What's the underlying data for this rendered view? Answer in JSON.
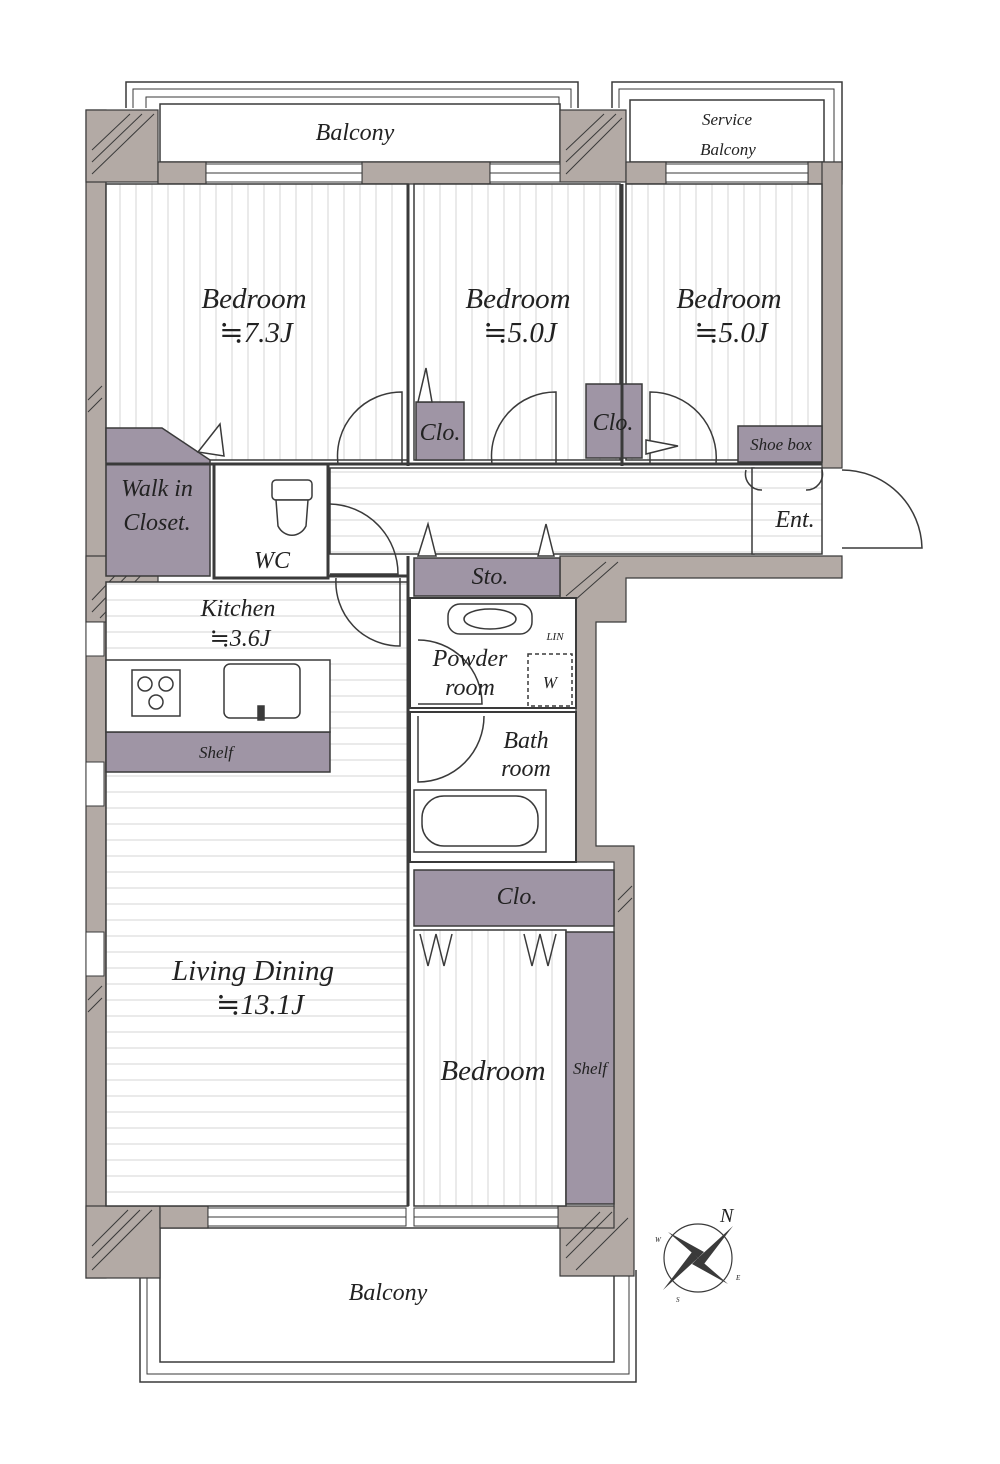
{
  "rooms": {
    "balcony_top": "Balcony",
    "service_balcony_1": "Service",
    "service_balcony_2": "Balcony",
    "bedroom1_name": "Bedroom",
    "bedroom1_size": "≒7.3J",
    "bedroom2_name": "Bedroom",
    "bedroom2_size": "≒5.0J",
    "bedroom3_name": "Bedroom",
    "bedroom3_size": "≒5.0J",
    "clo_a": "Clo.",
    "clo_b": "Clo.",
    "shoe_box": "Shoe box",
    "walk_in_1": "Walk in",
    "walk_in_2": "Closet.",
    "wc": "WC",
    "ent": "Ent.",
    "sto": "Sto.",
    "kitchen_name": "Kitchen",
    "kitchen_size": "≒3.6J",
    "lin": "LIN",
    "powder_1": "Powder",
    "powder_2": "room",
    "w": "W",
    "shelf_kitchen": "Shelf",
    "bath_1": "Bath",
    "bath_2": "room",
    "clo_c": "Clo.",
    "living_name": "Living Dining",
    "living_size": "≒13.1J",
    "bedroom4_name": "Bedroom",
    "shelf_bedroom": "Shelf",
    "balcony_bottom": "Balcony"
  },
  "compass": {
    "n": "N",
    "w": "W",
    "e": "E",
    "s": "S"
  },
  "colors": {
    "wall": "#b3aaa5",
    "closet": "#9f95a5",
    "line": "#3a3a3a",
    "floor_line": "#d3d3d3"
  }
}
